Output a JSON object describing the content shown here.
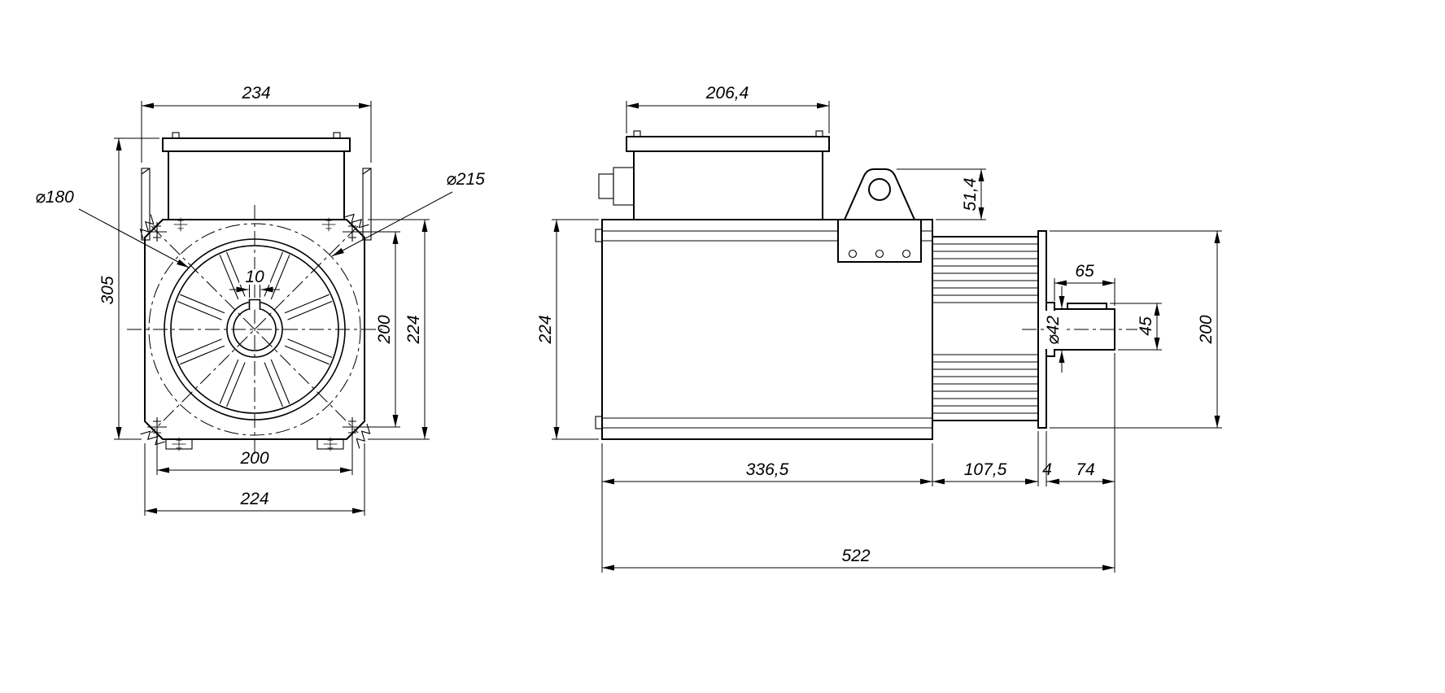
{
  "front_view": {
    "dim_box_width": "234",
    "label_dia_180": "⌀180",
    "label_dia_215": "⌀215",
    "dim_overall_height": "305",
    "dim_keyway_width": "10",
    "dim_bolt_spacing_vertical": "200",
    "dim_flange_height": "224",
    "dim_bolt_spacing_horizontal": "200",
    "dim_flange_width": "224"
  },
  "side_view": {
    "dim_terminal_box_width": "206,4",
    "dim_lug_height": "51,4",
    "dim_body_height": "224",
    "dim_shaft_usable_length": "65",
    "label_shaft_dia": "⌀42",
    "dim_over_key": "45",
    "dim_flange_dia": "200",
    "dim_body_length": "336,5",
    "dim_fin_section_length": "107,5",
    "dim_flange_thickness": "4",
    "dim_shaft_length": "74",
    "dim_overall_length": "522"
  }
}
